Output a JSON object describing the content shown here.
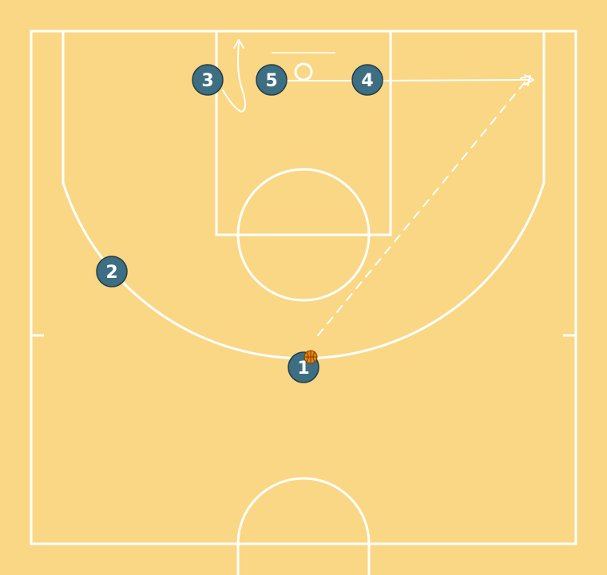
{
  "colors": {
    "court": "#fad785",
    "lines": "#ffffff",
    "player_fill": "#3d6e82",
    "player_stroke": "#1f3d4a",
    "ball": "#e8820f"
  },
  "players": [
    {
      "id": "player-1",
      "label": "1",
      "has_ball": true
    },
    {
      "id": "player-2",
      "label": "2",
      "has_ball": false
    },
    {
      "id": "player-3",
      "label": "3",
      "has_ball": false
    },
    {
      "id": "player-4",
      "label": "4",
      "has_ball": false
    },
    {
      "id": "player-5",
      "label": "5",
      "has_ball": false
    }
  ],
  "actions": [
    {
      "type": "pass",
      "from": "1",
      "style": "dashed"
    },
    {
      "type": "cut",
      "player": "4",
      "style": "solid"
    },
    {
      "type": "cut",
      "player": "3",
      "style": "solid"
    }
  ]
}
